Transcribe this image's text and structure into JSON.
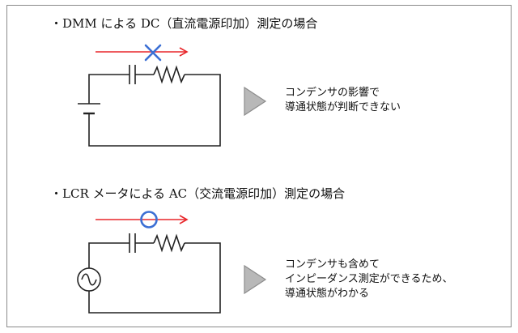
{
  "sections": [
    {
      "heading": "・DMM による DC（直流電源印加）測定の場合",
      "description": [
        "コンデンサの影響で",
        "導通状態が判断できない"
      ],
      "marker": "cross-icon",
      "source": "dc-battery-icon"
    },
    {
      "heading": "・LCR メータによる AC（交流電源印加）測定の場合",
      "description": [
        "コンデンサも含めて",
        "インピーダンス測定ができるため、",
        "導通状態がわかる"
      ],
      "marker": "circle-icon",
      "source": "ac-source-icon"
    }
  ],
  "colors": {
    "arrow": "#e8262a",
    "cross": "#3b6fd4",
    "circle": "#3b6fd4",
    "wire": "#222222",
    "triangle_fill": "#b8b8b8",
    "triangle_stroke": "#8c8c8c",
    "border": "#8a8a8a"
  }
}
